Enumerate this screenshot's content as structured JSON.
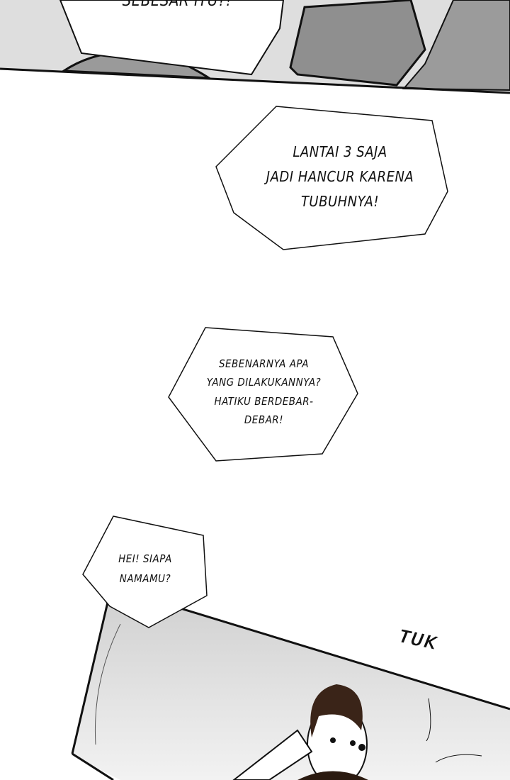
{
  "panels": {
    "top": {
      "bubble_text": "SEBESAR ITU?!"
    },
    "bubble1": {
      "lines": [
        "LANTAI 3 SAJA",
        "JADI HANCUR KARENA",
        "TUBUHNYA!"
      ]
    },
    "bubble2": {
      "lines": [
        "SEBENARNYA APA",
        "YANG DILAKUKANNYA?",
        "HATIKU BERDEBAR-",
        "DEBAR!"
      ]
    },
    "bubble3": {
      "lines": [
        "HEI! SIAPA",
        "NAMAMU?"
      ]
    },
    "sfx": {
      "text": "TUK"
    }
  }
}
